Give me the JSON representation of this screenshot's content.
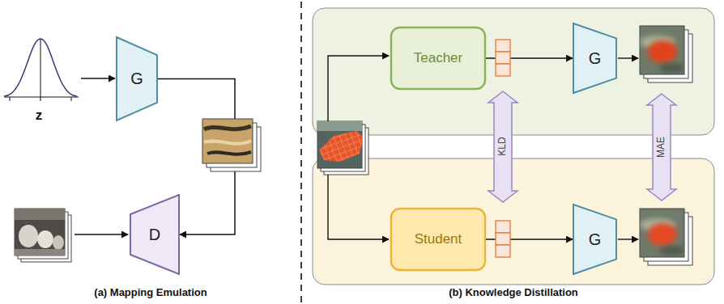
{
  "diagram": {
    "nodes": [
      {
        "text": [
          "G"
        ]
      },
      {
        "text": [
          "D"
        ]
      },
      {
        "text": [
          "Teacher"
        ]
      },
      {
        "text": [
          "G"
        ]
      },
      {
        "text": [
          "Student"
        ]
      },
      {
        "text": [
          "G"
        ]
      }
    ],
    "edges": [
      {
        "from": 0,
        "to": 1,
        "arrow": "to"
      },
      {
        "from": 2,
        "to": 3,
        "arrow": "to"
      },
      {
        "from": 4,
        "to": 5,
        "arrow": "to"
      }
    ],
    "labels": [
      "z",
      "(a) Mapping Emulation",
      "KLD",
      "MAE",
      "(b) Knowledge Distillation"
    ]
  }
}
